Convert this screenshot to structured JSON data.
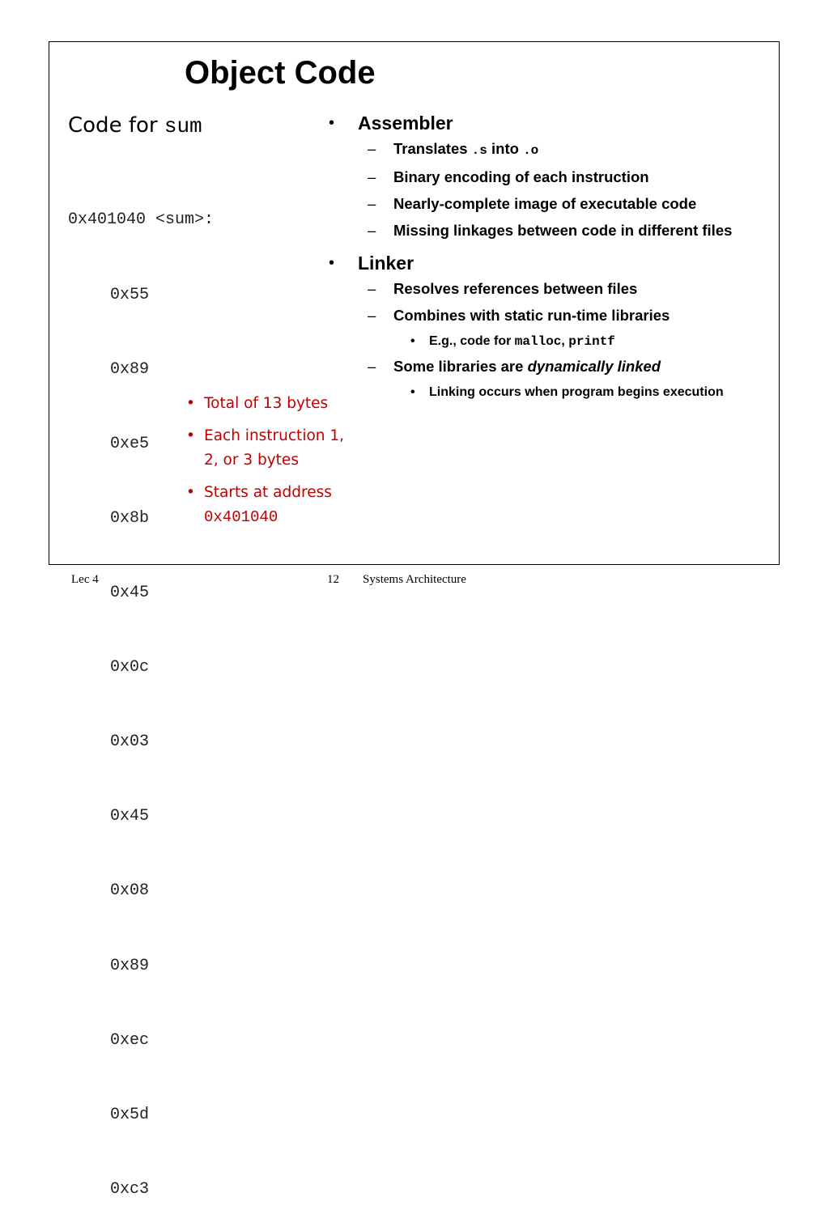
{
  "slide": {
    "title": "Object Code"
  },
  "left": {
    "heading_prefix": "Code for ",
    "heading_code": "sum",
    "label": "0x401040 <sum>:",
    "bytes": [
      "0x55",
      "0x89",
      "0xe5",
      "0x8b",
      "0x45",
      "0x0c",
      "0x03",
      "0x45",
      "0x08",
      "0x89",
      "0xec",
      "0x5d",
      "0xc3"
    ]
  },
  "notes": {
    "n1": "Total of 13 bytes",
    "n2": "Each instruction 1, 2, or 3 bytes",
    "n3_text": "Starts at address",
    "n3_addr": "0x401040"
  },
  "assembler": {
    "title": "Assembler",
    "i1_a": "Translates ",
    "i1_code1": ".s",
    "i1_b": " into ",
    "i1_code2": ".o",
    "i2": "Binary encoding of each instruction",
    "i3": "Nearly-complete image of executable code",
    "i4": "Missing linkages between code in different files"
  },
  "linker": {
    "title": "Linker",
    "i1": "Resolves references between files",
    "i2": "Combines with static run-time libraries",
    "i2_sub_a": "E.g., code for ",
    "i2_sub_code1": "malloc",
    "i2_sub_sep": ", ",
    "i2_sub_code2": "printf",
    "i3_a": "Some libraries are ",
    "i3_b": "dynamically linked",
    "i3_sub": "Linking occurs when program begins execution"
  },
  "footer": {
    "left": "Lec 4",
    "center": "Systems Architecture",
    "right": "12"
  }
}
